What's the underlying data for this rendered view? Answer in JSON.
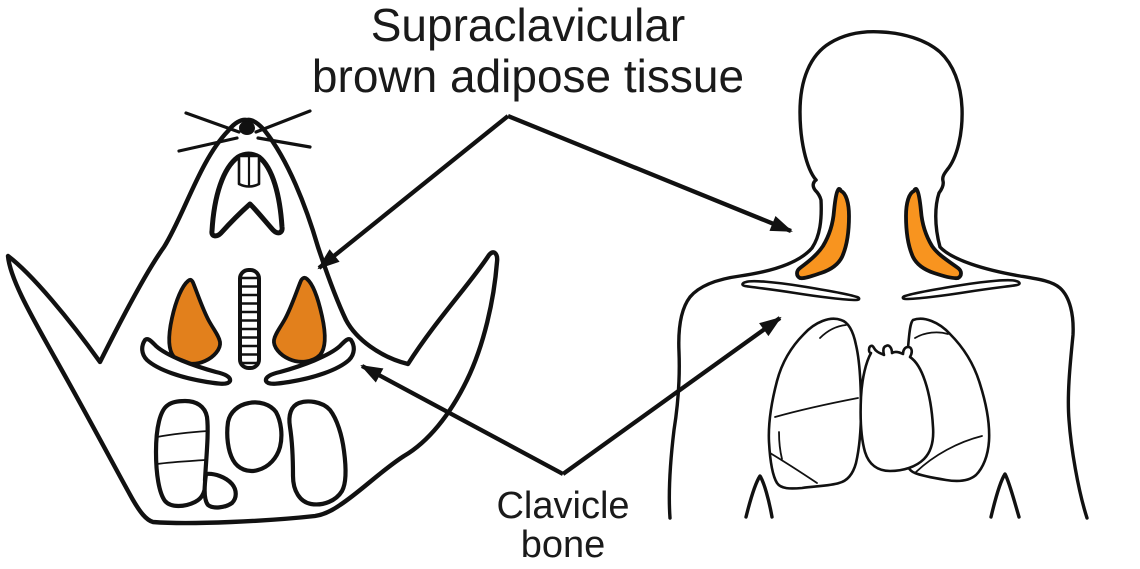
{
  "title": {
    "line1": "Supraclavicular",
    "line2": "brown adipose tissue"
  },
  "clavicle_label": {
    "line1": "Clavicle",
    "line2": "bone"
  },
  "colors": {
    "mouse_bat_fill": "#E2801C",
    "human_bat_fill": "#F8941F",
    "outline": "#111111",
    "background": "#FFFFFF"
  }
}
